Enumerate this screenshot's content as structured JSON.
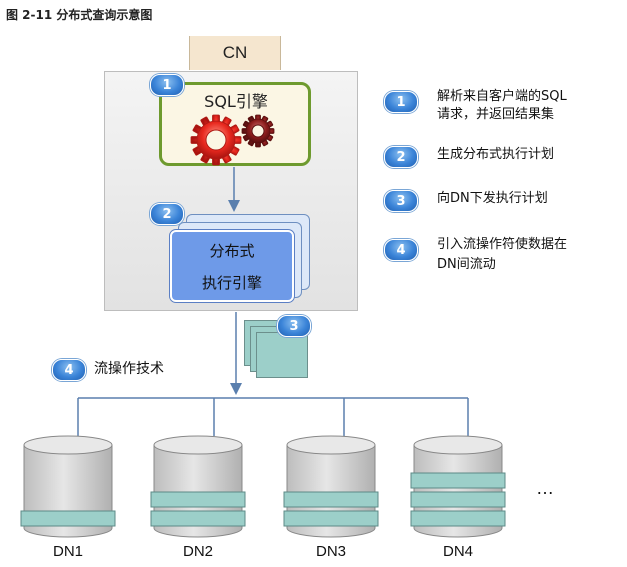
{
  "figure_title": "图 2-11 分布式查询示意图",
  "cn": {
    "label": "CN"
  },
  "sql_engine": {
    "label": "SQL引擎",
    "badge": "1"
  },
  "dist_engine": {
    "line1": "分布式",
    "line2": "执行引擎",
    "badge": "2"
  },
  "plan": {
    "badge": "3"
  },
  "stream": {
    "badge": "4",
    "label": "流操作技术"
  },
  "legend": [
    {
      "badge": "1",
      "line1": "解析来自客户端的SQL",
      "line2": "请求，并返回结果集"
    },
    {
      "badge": "2",
      "line1": "生成分布式执行计划",
      "line2": ""
    },
    {
      "badge": "3",
      "line1": "向DN下发执行计划",
      "line2": ""
    },
    {
      "badge": "4",
      "line1": "引入流操作符使数据在",
      "line2": "DN间流动"
    }
  ],
  "data_nodes": [
    {
      "label": "DN1",
      "bars": 1
    },
    {
      "label": "DN2",
      "bars": 2
    },
    {
      "label": "DN3",
      "bars": 2
    },
    {
      "label": "DN4",
      "bars": 3
    }
  ],
  "ellipsis": "…",
  "colors": {
    "sql_border": "#6e9a2e",
    "gear_red": "#e8281e",
    "gear_dark": "#8a1c1c",
    "dist_blue": "#6e9ae8",
    "plan_teal": "#9ccfc9",
    "network_line": "#5a7fae",
    "badge_blue": "#3b84d8",
    "cn_tan": "#f5e6cf"
  }
}
